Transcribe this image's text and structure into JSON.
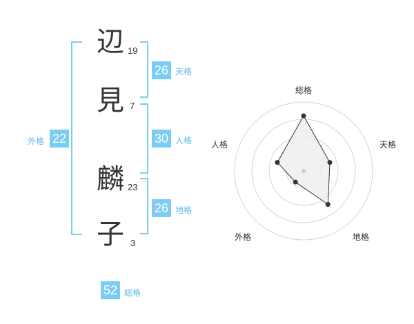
{
  "name_chars": [
    {
      "char": "辺",
      "strokes": "19"
    },
    {
      "char": "見",
      "strokes": "7"
    },
    {
      "char": "麟",
      "strokes": "23"
    },
    {
      "char": "子",
      "strokes": "3"
    }
  ],
  "fortunes": {
    "tenkaku": {
      "value": "26",
      "label": "天格"
    },
    "jinkaku": {
      "value": "30",
      "label": "人格"
    },
    "chikaku": {
      "value": "26",
      "label": "地格"
    },
    "gaikaku": {
      "value": "22",
      "label": "外格"
    },
    "soukaku": {
      "value": "52",
      "label": "総格"
    }
  },
  "chart_data": {
    "type": "radar",
    "axes": [
      "総格",
      "天格",
      "地格",
      "外格",
      "人格"
    ],
    "values": [
      4,
      2,
      3,
      1,
      2
    ],
    "max": 5,
    "rings": 4
  }
}
